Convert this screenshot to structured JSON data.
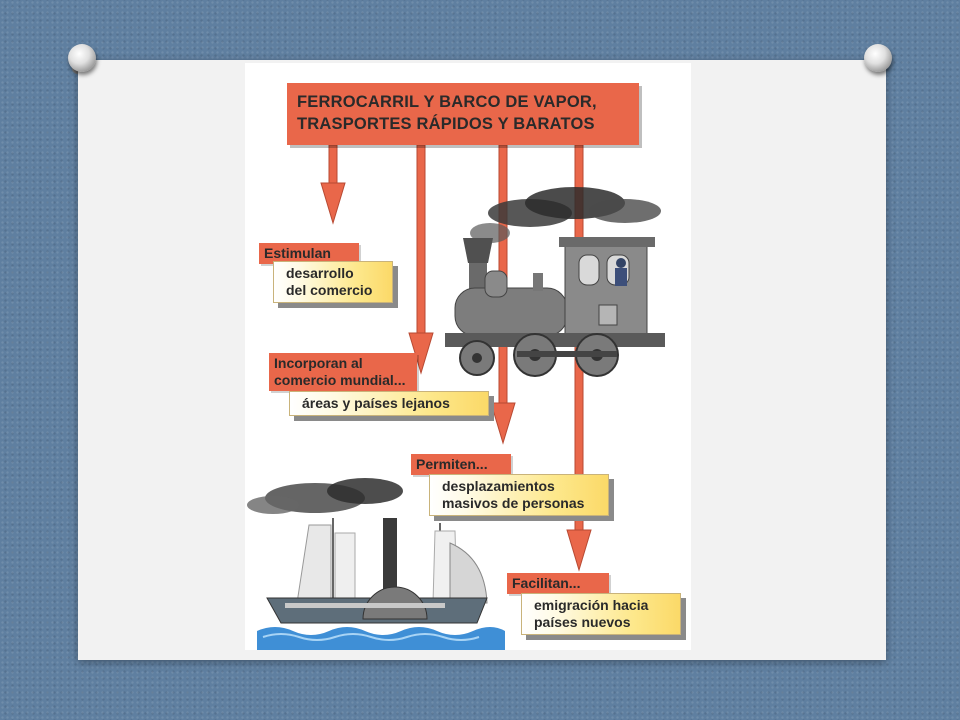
{
  "diagram": {
    "title_lines": [
      "FERROCARRIL Y BARCO DE VAPOR,",
      "TRASPORTES RÁPIDOS Y BARATOS"
    ],
    "steps": [
      {
        "verb": "Estimulan",
        "effect_lines": [
          "desarrollo",
          "del comercio"
        ]
      },
      {
        "verb_lines": [
          "Incorporan al",
          "comercio mundial..."
        ],
        "effect_lines": [
          "áreas y países lejanos"
        ]
      },
      {
        "verb": "Permiten...",
        "effect_lines": [
          "desplazamientos",
          "masivos de personas"
        ]
      },
      {
        "verb": "Facilitan...",
        "effect_lines": [
          "emigración hacia",
          "países nuevos"
        ]
      }
    ],
    "illustrations": [
      "steam-locomotive",
      "paddle-steamer"
    ]
  },
  "colors": {
    "background": "#5f7fa0",
    "slide": "#f2f2f2",
    "arrow_red": "#e9674a",
    "label_yellow": "#fbd968",
    "label_shadow": "#8a8a8a"
  }
}
